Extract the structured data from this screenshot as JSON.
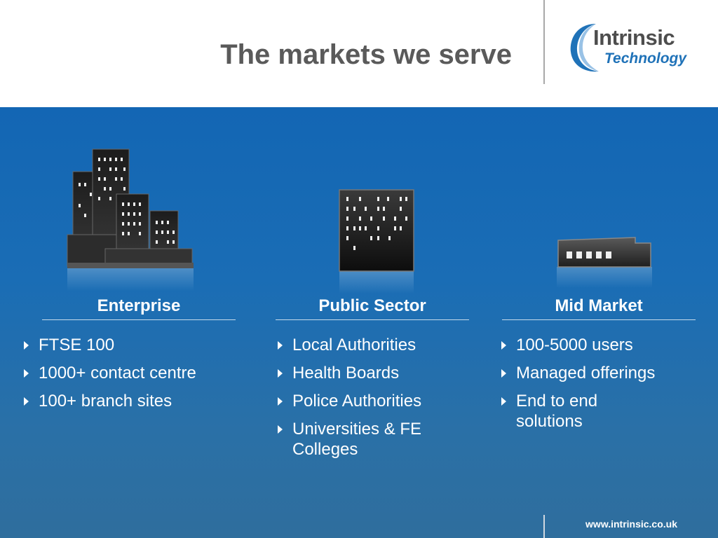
{
  "slide": {
    "title": "The markets we serve"
  },
  "logo": {
    "word1": "Intrinsic",
    "word2": "Technology",
    "color_primary": "#4d4d4d",
    "color_accent": "#1f72b8"
  },
  "columns": [
    {
      "heading": "Enterprise",
      "icon": "city-skyline-icon",
      "bullets": [
        "FTSE 100",
        "1000+ contact centre",
        "100+ branch sites"
      ]
    },
    {
      "heading": "Public Sector",
      "icon": "office-block-icon",
      "bullets": [
        "Local Authorities",
        "Health Boards",
        "Police Authorities",
        "Universities & FE Colleges"
      ]
    },
    {
      "heading": "Mid Market",
      "icon": "low-building-icon",
      "bullets": [
        "100-5000 users",
        "Managed offerings",
        "End to end solutions"
      ]
    }
  ],
  "footer": {
    "url": "www.intrinsic.co.uk"
  },
  "colors": {
    "panel_blue": "#1366b4",
    "title_gray": "#5a5a5a",
    "text_white": "#ffffff"
  }
}
